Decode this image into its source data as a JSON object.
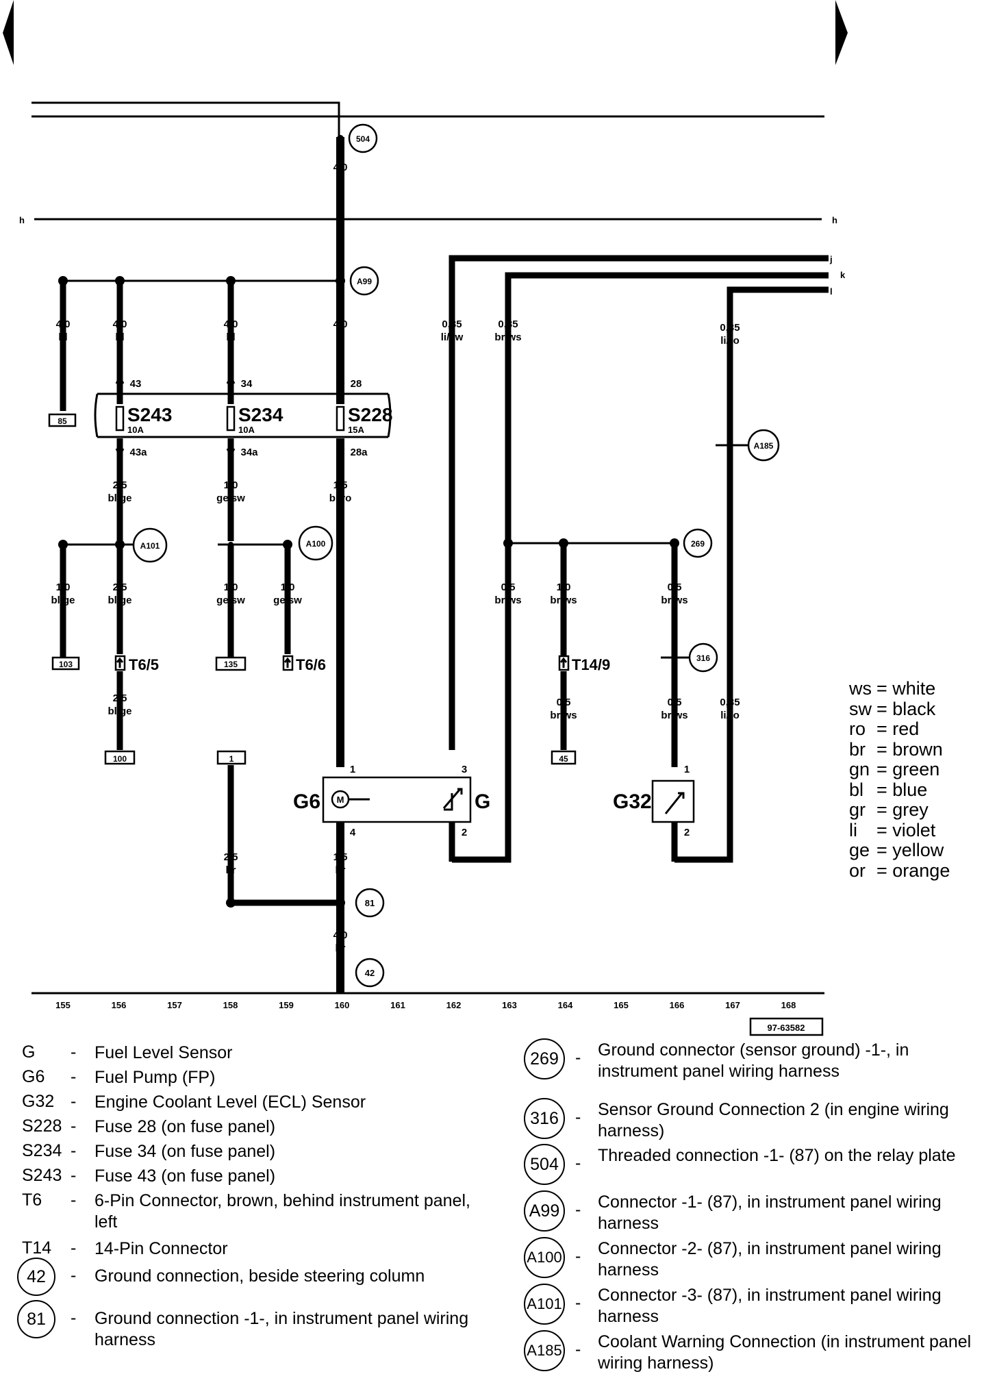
{
  "diagram_id": "97-63582",
  "nav": {
    "prev": "previous-page",
    "next": "next-page"
  },
  "rails": {
    "h_left": "h",
    "h_right": "h",
    "j": "j",
    "k": "k",
    "l": "l"
  },
  "grid_numbers": [
    "155",
    "156",
    "157",
    "158",
    "159",
    "160",
    "161",
    "162",
    "163",
    "164",
    "165",
    "166",
    "167",
    "168"
  ],
  "wire_labels": {
    "w504": [
      "4,0",
      "bl"
    ],
    "a99_left": [
      "4,0",
      "bl"
    ],
    "s243_in": [
      "4,0",
      "bl"
    ],
    "s234_in": [
      "4,0",
      "bl"
    ],
    "s228_in": [
      "4,0",
      "bl"
    ],
    "j": [
      "0,35",
      "li/sw"
    ],
    "k": [
      "0,35",
      "br/ws"
    ],
    "l": [
      "0,35",
      "li/ro"
    ],
    "s243_out": [
      "2,5",
      "bl/ge"
    ],
    "s234_out": [
      "1,0",
      "ge/sw"
    ],
    "s228_out": [
      "1,5",
      "bl/ro"
    ],
    "a101_left": [
      "1,0",
      "bl/ge"
    ],
    "a101_down": [
      "2,5",
      "bl/ge"
    ],
    "a100_left": [
      "1,0",
      "ge/sw"
    ],
    "a100_right": [
      "1,0",
      "ge/sw"
    ],
    "k_down": [
      "0,5",
      "br/ws"
    ],
    "g269_mid": [
      "1,0",
      "br/ws"
    ],
    "g269_right": [
      "0,5",
      "br/ws"
    ],
    "t65_down": [
      "2,5",
      "bl/ge"
    ],
    "t149_down": [
      "0,5",
      "br/ws"
    ],
    "g316_down": [
      "0,5",
      "br/ws"
    ],
    "l_low": [
      "0,35",
      "li/ro"
    ],
    "ground1": [
      "2,5",
      "br"
    ],
    "g6_down": [
      "1,5",
      "br"
    ],
    "ground42": [
      "4,0",
      "br"
    ]
  },
  "pins": {
    "s243_top": "43",
    "s234_top": "34",
    "s228_top": "28",
    "s243_bot": "43a",
    "s234_bot": "34a",
    "s228_bot": "28a",
    "g6_1": "1",
    "g6_4": "4",
    "g_3": "3",
    "g_2": "2",
    "g32_1": "1",
    "g32_2": "2"
  },
  "fuses": [
    {
      "name": "S243",
      "rating": "10A"
    },
    {
      "name": "S234",
      "rating": "10A"
    },
    {
      "name": "S228",
      "rating": "15A"
    }
  ],
  "connectors": {
    "t65": "T6/5",
    "t66": "T6/6",
    "t149": "T14/9"
  },
  "ref_boxes": {
    "b85": "85",
    "b103": "103",
    "b135": "135",
    "b100": "100",
    "b1": "1",
    "b45": "45"
  },
  "circles": {
    "c504": "504",
    "cA99": "A99",
    "cA185": "A185",
    "cA101": "A101",
    "cA100": "A100",
    "c269": "269",
    "c316": "316",
    "c81": "81",
    "c42": "42"
  },
  "components": {
    "g6": "G6",
    "g": "G",
    "g32": "G32"
  },
  "color_codes": [
    {
      "code": "ws",
      "name": "white"
    },
    {
      "code": "sw",
      "name": "black"
    },
    {
      "code": "ro",
      "name": "red"
    },
    {
      "code": "br",
      "name": "brown"
    },
    {
      "code": "gn",
      "name": "green"
    },
    {
      "code": "bl",
      "name": "blue"
    },
    {
      "code": "gr",
      "name": "grey"
    },
    {
      "code": "li",
      "name": "violet"
    },
    {
      "code": "ge",
      "name": "yellow"
    },
    {
      "code": "or",
      "name": "orange"
    }
  ],
  "legend_left": [
    {
      "code": "G",
      "desc": "Fuel Level Sensor"
    },
    {
      "code": "G6",
      "desc": "Fuel Pump (FP)"
    },
    {
      "code": "G32",
      "desc": "Engine Coolant Level (ECL) Sensor"
    },
    {
      "code": "S228",
      "desc": "Fuse 28 (on fuse panel)"
    },
    {
      "code": "S234",
      "desc": "Fuse 34 (on fuse panel)"
    },
    {
      "code": "S243",
      "desc": "Fuse 43 (on fuse panel)"
    },
    {
      "code": "T6",
      "desc": "6-Pin Connector, brown, behind instrument panel, left"
    },
    {
      "code": "T14",
      "desc": "14-Pin Connector"
    },
    {
      "code": "42",
      "desc": "Ground connection, beside steering column"
    },
    {
      "code": "81",
      "desc": "Ground connection -1-, in instrument panel wiring harness"
    }
  ],
  "legend_right": [
    {
      "code": "269",
      "desc": "Ground connector (sensor ground) -1-, in instrument panel wiring harness"
    },
    {
      "code": "316",
      "desc": "Sensor Ground Connection 2 (in engine wiring harness)"
    },
    {
      "code": "504",
      "desc": "Threaded connection -1- (87) on the relay plate"
    },
    {
      "code": "A99",
      "desc": "Connector -1- (87), in instrument panel wiring harness"
    },
    {
      "code": "A100",
      "desc": "Connector -2- (87), in instrument panel wiring harness"
    },
    {
      "code": "A101",
      "desc": "Connector -3- (87), in instrument panel wiring harness"
    },
    {
      "code": "A185",
      "desc": "Coolant Warning Connection (in instrument panel wiring harness)"
    }
  ]
}
